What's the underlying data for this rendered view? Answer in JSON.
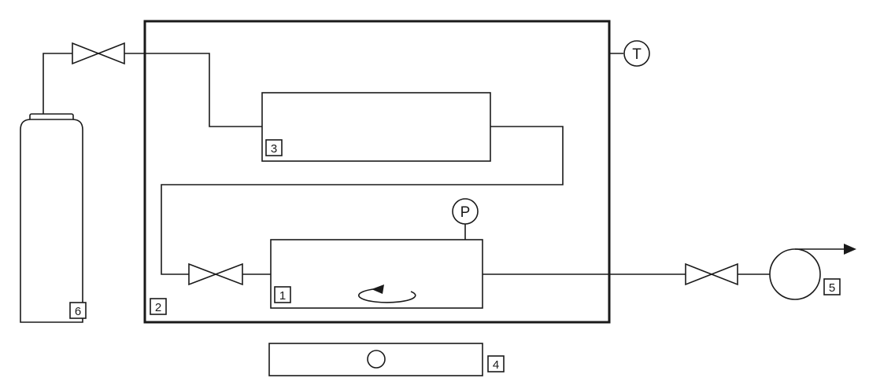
{
  "labels": {
    "reactor": "1",
    "enclosure": "2",
    "unit_3": "3",
    "stirrer_base": "4",
    "pump": "5",
    "cylinder": "6"
  },
  "gauges": {
    "temperature": "T",
    "pressure": "P"
  },
  "colors": {
    "line": "#1a1a1a",
    "background": "#ffffff"
  }
}
